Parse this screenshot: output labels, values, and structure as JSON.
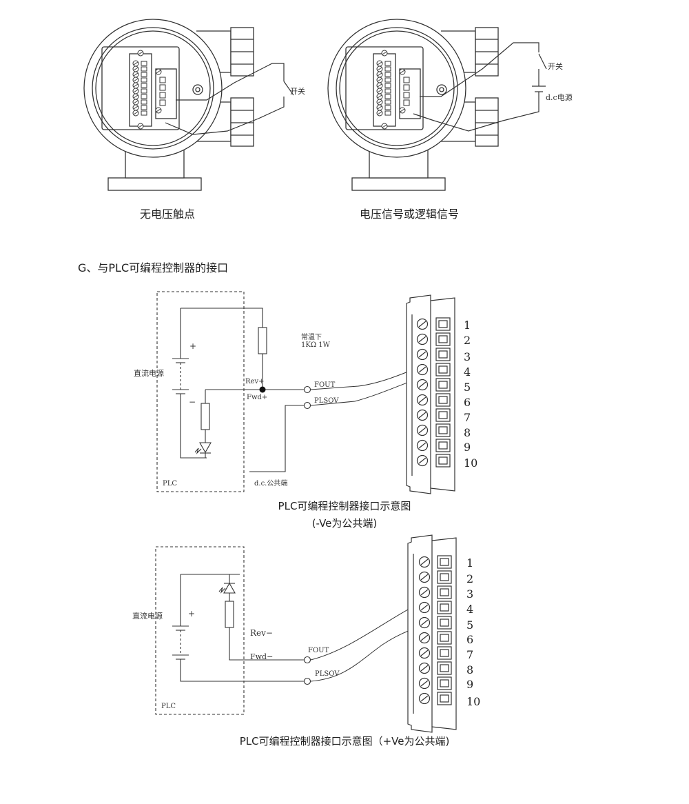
{
  "top": {
    "left_caption": "无电压触点",
    "right_caption": "电压信号或逻辑信号",
    "left_switch_label": "开关",
    "right_switch_label": "开关",
    "right_supply_label": "d.c电源"
  },
  "section_g": {
    "heading": "G、与PLC可编程控制器的接口"
  },
  "diagram1": {
    "dc_supply": "直流电源",
    "plus": "+",
    "minus": "−",
    "resistor_note_line1": "常温下",
    "resistor_note_line2": "1KΩ 1W",
    "rev": "Rev+",
    "fwd": "Fwd+",
    "fout": "FOUT",
    "plsov": "PLSOV",
    "common": "d.c.公共端",
    "plc": "PLC",
    "caption_line1": "PLC可编程控制器接口示意图",
    "caption_line2": "(-Ve为公共端)",
    "terminals": [
      "1",
      "2",
      "3",
      "4",
      "5",
      "6",
      "7",
      "8",
      "9",
      "10"
    ]
  },
  "diagram2": {
    "dc_supply": "直流电源",
    "plus": "+",
    "rev": "Rev−",
    "fwd": "Fwd−",
    "fout": "FOUT",
    "plsov": "PLSOV",
    "plc": "PLC",
    "caption": "PLC可编程控制器接口示意图（+Ve为公共端)",
    "terminals": [
      "1",
      "2",
      "3",
      "4",
      "5",
      "6",
      "7",
      "8",
      "9",
      "10"
    ]
  }
}
